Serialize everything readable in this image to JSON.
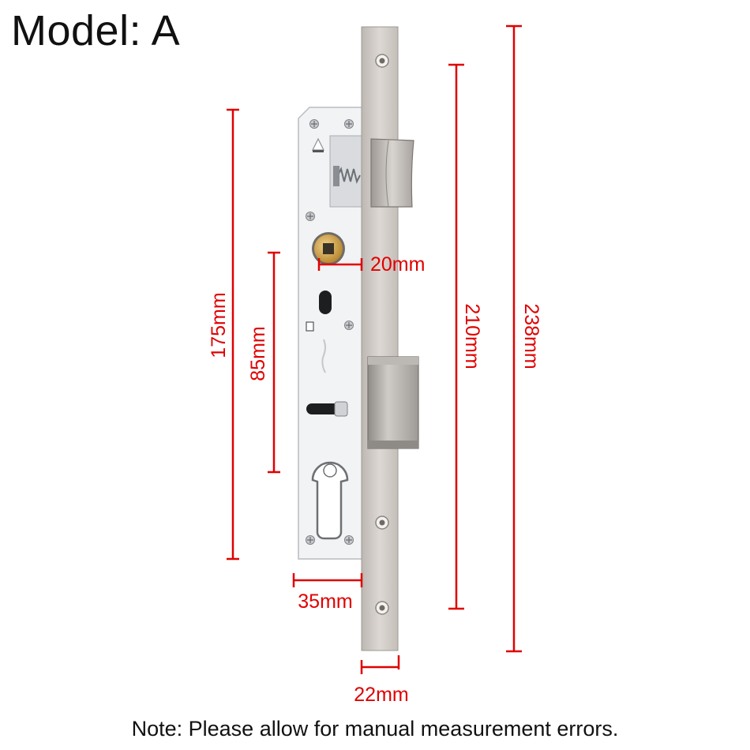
{
  "title": "Model: A",
  "note": "Note: Please allow for manual measurement errors.",
  "colors": {
    "dimension": "#e00000",
    "faceplate": "#cfc9c4",
    "lock_body": "#f1f2f4",
    "brass": "#c99a3a"
  },
  "dimensions": {
    "handle_hole": "20mm",
    "body_height": "175mm",
    "handle_to_cylinder": "85mm",
    "backset": "35mm",
    "screw_spacing": "210mm",
    "faceplate_height": "238mm",
    "faceplate_width": "22mm"
  }
}
